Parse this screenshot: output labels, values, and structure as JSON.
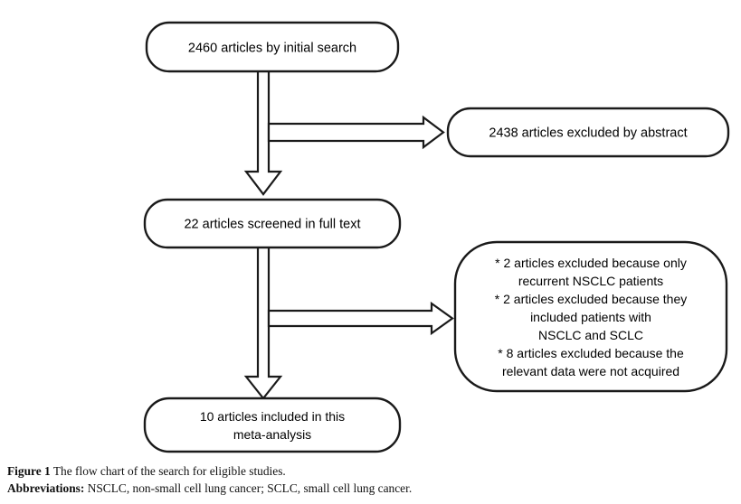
{
  "figure": {
    "type": "flowchart",
    "title": "The flow chart of the search for eligible studies.",
    "caption": {
      "figure_label": "Figure 1",
      "figure_text": "The flow chart of the search for eligible studies.",
      "abbreviations_label": "Abbreviations:",
      "abbreviations_text": "NSCLC, non-small cell lung cancer; SCLC, small cell lung cancer."
    },
    "colors": {
      "stroke": "#1a1a1a",
      "fill": "#ffffff",
      "text": "#000000"
    },
    "nodes": [
      {
        "id": "initial-search",
        "lines": [
          "2460 articles by initial search"
        ],
        "count": 2460
      },
      {
        "id": "excluded-by-abstract",
        "lines": [
          "2438 articles excluded by abstract"
        ],
        "count": 2438
      },
      {
        "id": "screened-full-text",
        "lines": [
          "22 articles screened in full text"
        ],
        "count": 22
      },
      {
        "id": "excluded-full-text-reasons",
        "lines": [
          "* 2 articles excluded because only",
          "recurrent NSCLC patients",
          "* 2 articles excluded because they",
          "included patients with",
          "NSCLC and SCLC",
          "* 8 articles excluded because the",
          "relevant data were not acquired"
        ],
        "counts": [
          2,
          2,
          8
        ]
      },
      {
        "id": "included-meta-analysis",
        "lines": [
          "10 articles included in this",
          "meta-analysis"
        ],
        "count": 10
      }
    ],
    "edges": [
      {
        "id": "edge-initial-to-screened",
        "from": "initial-search",
        "to": "screened-full-text",
        "direction": "down"
      },
      {
        "id": "edge-initial-to-excluded-abstract",
        "from": "initial-search",
        "to": "excluded-by-abstract",
        "direction": "right"
      },
      {
        "id": "edge-screened-to-included",
        "from": "screened-full-text",
        "to": "included-meta-analysis",
        "direction": "down"
      },
      {
        "id": "edge-screened-to-excluded-reasons",
        "from": "screened-full-text",
        "to": "excluded-full-text-reasons",
        "direction": "right"
      }
    ]
  }
}
